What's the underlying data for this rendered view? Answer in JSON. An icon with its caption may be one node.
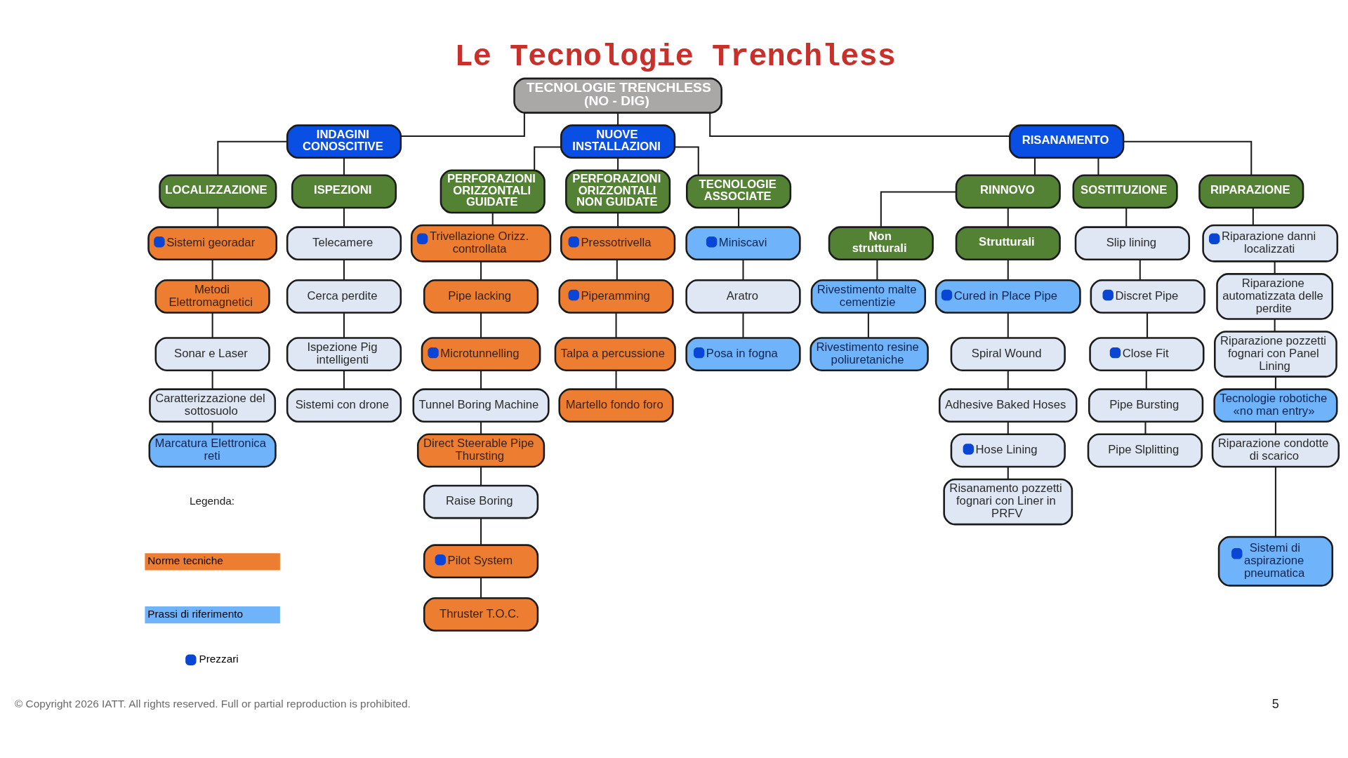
{
  "diagram": {
    "title": "Le Tecnologie Trenchless",
    "nodes": [
      {
        "text": [
          "TECNOLOGIE TRENCHLESS (NO - DIG)"
        ]
      },
      {
        "text": [
          "INDAGINI CONOSCITIVE"
        ]
      },
      {
        "text": [
          "LOCALIZZAZIONE"
        ]
      },
      {
        "text": [
          "Sistemi georadar"
        ]
      },
      {
        "text": [
          "Metodi Elettromagnetici"
        ]
      },
      {
        "text": [
          "Sonar e Laser"
        ]
      },
      {
        "text": [
          "Caratterizzazione del sottosuolo"
        ]
      },
      {
        "text": [
          "Marcatura Elettronica reti"
        ]
      },
      {
        "text": [
          "ISPEZIONI"
        ]
      },
      {
        "text": [
          "Telecamere"
        ]
      },
      {
        "text": [
          "Cerca perdite"
        ]
      },
      {
        "text": [
          "Ispezione Pig intelligenti"
        ]
      },
      {
        "text": [
          "Sistemi con drone"
        ]
      },
      {
        "text": [
          "NUOVE INSTALLAZIONI"
        ]
      },
      {
        "text": [
          "PERFORAZIONI ORIZZONTALI GUIDATE"
        ]
      },
      {
        "text": [
          "Trivellazione Orizz. controllata"
        ]
      },
      {
        "text": [
          "Pipe lacking"
        ]
      },
      {
        "text": [
          "Microtunnelling"
        ]
      },
      {
        "text": [
          "Tunnel Boring Machine"
        ]
      },
      {
        "text": [
          "Direct Steerable Pipe Thursting"
        ]
      },
      {
        "text": [
          "Raise Boring"
        ]
      },
      {
        "text": [
          "Pilot System"
        ]
      },
      {
        "text": [
          "Thruster T.O.C."
        ]
      },
      {
        "text": [
          "PERFORAZIONI ORIZZONTALI NON GUIDATE"
        ]
      },
      {
        "text": [
          "Pressotrivella"
        ]
      },
      {
        "text": [
          "Piperamming"
        ]
      },
      {
        "text": [
          "Talpa a percussione"
        ]
      },
      {
        "text": [
          "Martello fondo foro"
        ]
      },
      {
        "text": [
          "TECNOLOGIE ASSOCIATE"
        ]
      },
      {
        "text": [
          "Miniscavi"
        ]
      },
      {
        "text": [
          "Aratro"
        ]
      },
      {
        "text": [
          "Posa in fogna"
        ]
      },
      {
        "text": [
          "RISANAMENTO"
        ]
      },
      {
        "text": [
          "RINNOVO"
        ]
      },
      {
        "text": [
          "Non strutturali"
        ]
      },
      {
        "text": [
          "Rivestimento malte cementizie"
        ]
      },
      {
        "text": [
          "Rivestimento resine poliuretaniche"
        ]
      },
      {
        "text": [
          "Strutturali"
        ]
      },
      {
        "text": [
          "Cured in Place Pipe"
        ]
      },
      {
        "text": [
          "Spiral Wound"
        ]
      },
      {
        "text": [
          "Adhesive Baked Hoses"
        ]
      },
      {
        "text": [
          "Hose Lining"
        ]
      },
      {
        "text": [
          "Risanamento pozzetti fognari con Liner in PRFV"
        ]
      },
      {
        "text": [
          "SOSTITUZIONE"
        ]
      },
      {
        "text": [
          "Slip lining"
        ]
      },
      {
        "text": [
          "Discret Pipe"
        ]
      },
      {
        "text": [
          "Close Fit"
        ]
      },
      {
        "text": [
          "Pipe Bursting"
        ]
      },
      {
        "text": [
          "Pipe Slplitting"
        ]
      },
      {
        "text": [
          "RIPARAZIONE"
        ]
      },
      {
        "text": [
          "Riparazione danni localizzati"
        ]
      },
      {
        "text": [
          "Riparazione automatizzata delle perdite"
        ]
      },
      {
        "text": [
          "Riparazione pozzetti fognari con Panel Lining"
        ]
      },
      {
        "text": [
          "Tecnologie robotiche «no man entry»"
        ]
      },
      {
        "text": [
          "Riparazione condotte di scarico"
        ]
      },
      {
        "text": [
          "Sistemi di aspirazione pneumatica"
        ]
      }
    ],
    "edges": [
      {
        "from": 0,
        "to": 1,
        "arrow": "none"
      },
      {
        "from": 0,
        "to": 13,
        "arrow": "none"
      },
      {
        "from": 0,
        "to": 32,
        "arrow": "none"
      },
      {
        "from": 1,
        "to": 2,
        "arrow": "none"
      },
      {
        "from": 2,
        "to": 3,
        "arrow": "none"
      },
      {
        "from": 3,
        "to": 4,
        "arrow": "none"
      },
      {
        "from": 4,
        "to": 5,
        "arrow": "none"
      },
      {
        "from": 5,
        "to": 6,
        "arrow": "none"
      },
      {
        "from": 6,
        "to": 7,
        "arrow": "none"
      },
      {
        "from": 1,
        "to": 8,
        "arrow": "none"
      },
      {
        "from": 8,
        "to": 9,
        "arrow": "none"
      },
      {
        "from": 9,
        "to": 10,
        "arrow": "none"
      },
      {
        "from": 10,
        "to": 11,
        "arrow": "none"
      },
      {
        "from": 11,
        "to": 12,
        "arrow": "none"
      },
      {
        "from": 13,
        "to": 14,
        "arrow": "none"
      },
      {
        "from": 14,
        "to": 15,
        "arrow": "none"
      },
      {
        "from": 15,
        "to": 16,
        "arrow": "none"
      },
      {
        "from": 16,
        "to": 17,
        "arrow": "none"
      },
      {
        "from": 17,
        "to": 18,
        "arrow": "none"
      },
      {
        "from": 18,
        "to": 19,
        "arrow": "none"
      },
      {
        "from": 19,
        "to": 20,
        "arrow": "none"
      },
      {
        "from": 20,
        "to": 21,
        "arrow": "none"
      },
      {
        "from": 21,
        "to": 22,
        "arrow": "none"
      },
      {
        "from": 13,
        "to": 23,
        "arrow": "none"
      },
      {
        "from": 23,
        "to": 24,
        "arrow": "none"
      },
      {
        "from": 24,
        "to": 25,
        "arrow": "none"
      },
      {
        "from": 25,
        "to": 26,
        "arrow": "none"
      },
      {
        "from": 26,
        "to": 27,
        "arrow": "none"
      },
      {
        "from": 13,
        "to": 28,
        "arrow": "none"
      },
      {
        "from": 28,
        "to": 29,
        "arrow": "none"
      },
      {
        "from": 29,
        "to": 30,
        "arrow": "none"
      },
      {
        "from": 30,
        "to": 31,
        "arrow": "none"
      },
      {
        "from": 32,
        "to": 33,
        "arrow": "none"
      },
      {
        "from": 33,
        "to": 34,
        "arrow": "none"
      },
      {
        "from": 34,
        "to": 35,
        "arrow": "none"
      },
      {
        "from": 35,
        "to": 36,
        "arrow": "none"
      },
      {
        "from": 33,
        "to": 37,
        "arrow": "none"
      },
      {
        "from": 37,
        "to": 38,
        "arrow": "none"
      },
      {
        "from": 38,
        "to": 39,
        "arrow": "none"
      },
      {
        "from": 39,
        "to": 40,
        "arrow": "none"
      },
      {
        "from": 40,
        "to": 41,
        "arrow": "none"
      },
      {
        "from": 41,
        "to": 42,
        "arrow": "none"
      },
      {
        "from": 32,
        "to": 43,
        "arrow": "none"
      },
      {
        "from": 43,
        "to": 44,
        "arrow": "none"
      },
      {
        "from": 44,
        "to": 45,
        "arrow": "none"
      },
      {
        "from": 45,
        "to": 46,
        "arrow": "none"
      },
      {
        "from": 46,
        "to": 47,
        "arrow": "none"
      },
      {
        "from": 47,
        "to": 48,
        "arrow": "none"
      },
      {
        "from": 32,
        "to": 49,
        "arrow": "none"
      },
      {
        "from": 49,
        "to": 50,
        "arrow": "none"
      },
      {
        "from": 50,
        "to": 51,
        "arrow": "none"
      },
      {
        "from": 51,
        "to": 52,
        "arrow": "none"
      },
      {
        "from": 52,
        "to": 53,
        "arrow": "none"
      },
      {
        "from": 53,
        "to": 54,
        "arrow": "none"
      },
      {
        "from": 54,
        "to": 55,
        "arrow": "none"
      }
    ],
    "labels": [
      "Legenda:",
      "5",
      "© Copyright 2026 IATT. All rights reserved. Full or partial reproduction is prohibited."
    ],
    "legend": [
      {
        "text": "Norme tecniche",
        "color": "#ed7d31"
      },
      {
        "text": "Prassi di riferimento",
        "color": "#6fb4fa"
      },
      {
        "text": "Prezzari",
        "color": "#0a46d6"
      }
    ]
  }
}
